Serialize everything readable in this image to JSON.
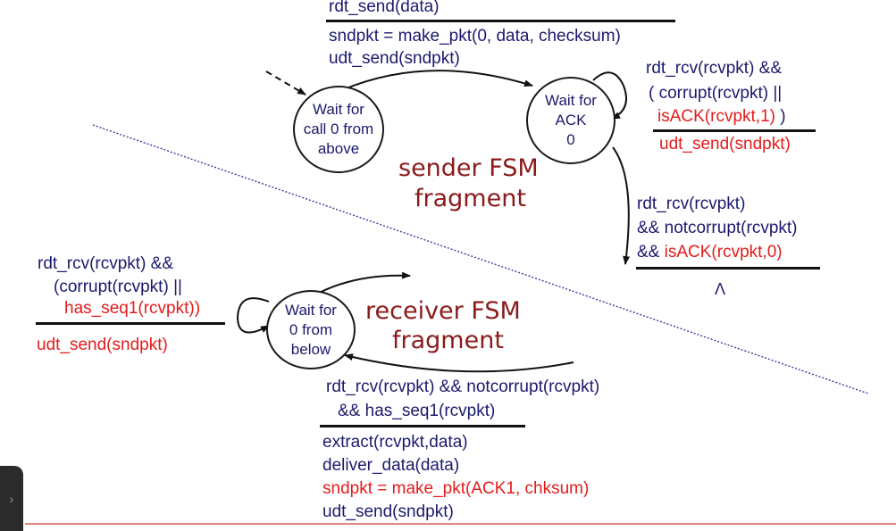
{
  "sender": {
    "event1": "rdt_send(data)",
    "action1_line1": "sndpkt = make_pkt(0, data, checksum)",
    "action1_line2": "udt_send(sndpkt)",
    "state_wait_call": [
      "Wait for",
      "call 0 from",
      "above"
    ],
    "state_wait_ack": [
      "Wait for",
      "ACK",
      "0"
    ],
    "self_loop": {
      "line1": "rdt_rcv(rcvpkt) &&",
      "line2": "( corrupt(rcvpkt) ||",
      "line3_red": "isACK(rcvpkt,1)",
      "line3_tail": " )",
      "action_red": "udt_send(sndpkt)"
    },
    "ack_transition": {
      "line1": "rdt_rcv(rcvpkt)",
      "line2": "&& notcorrupt(rcvpkt)",
      "line3_prefix": "&& ",
      "line3_red": "isACK(rcvpkt,0)",
      "action": "Λ"
    },
    "title_line1": "sender FSM",
    "title_line2": "fragment"
  },
  "receiver": {
    "self_loop": {
      "line1": "rdt_rcv(rcvpkt) &&",
      "line2": "(corrupt(rcvpkt) ||",
      "line3_red": "has_seq1(rcvpkt))",
      "action_red": "udt_send(sndpkt)"
    },
    "state_wait_below": [
      "Wait for",
      "0 from",
      "below"
    ],
    "title_line1": "receiver FSM",
    "title_line2": "fragment",
    "transition": {
      "line1": "rdt_rcv(rcvpkt) && notcorrupt(rcvpkt)",
      "line2": "&& has_seq1(rcvpkt)",
      "action1": "extract(rcvpkt,data)",
      "action2": "deliver_data(data)",
      "action3_red": "sndpkt = make_pkt(ACK1, chksum)",
      "action4": "udt_send(sndpkt)"
    }
  },
  "colors": {
    "text": "#1a1a6e",
    "red": "#e31c1c",
    "title": "#8b1b1b",
    "divider": "#3a3aa0"
  }
}
